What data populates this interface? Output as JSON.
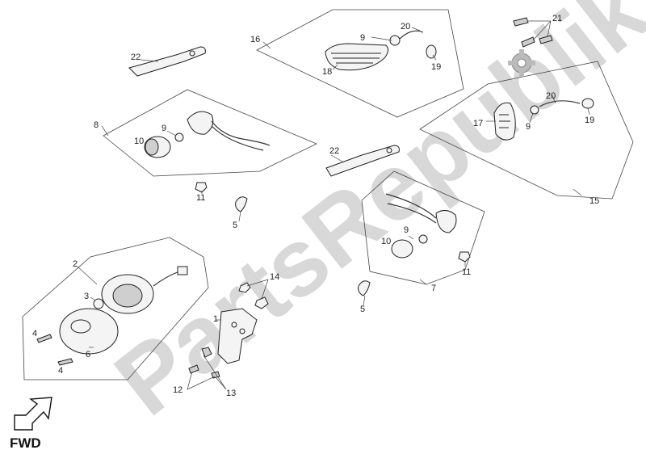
{
  "watermark": {
    "text": "PartsRepublik"
  },
  "direction": {
    "label": "FWD"
  },
  "callouts": {
    "c1": "1",
    "c2": "2",
    "c3": "3",
    "c4a": "4",
    "c4b": "4",
    "c5a": "5",
    "c5b": "5",
    "c6": "6",
    "c7": "7",
    "c8": "8",
    "c9a": "9",
    "c9b": "9",
    "c9c": "9",
    "c9d": "9",
    "c10a": "10",
    "c10b": "10",
    "c11a": "11",
    "c11b": "11",
    "c12": "12",
    "c13": "13",
    "c14": "14",
    "c15": "15",
    "c16": "16",
    "c17": "17",
    "c18": "18",
    "c19a": "19",
    "c19b": "19",
    "c20a": "20",
    "c20b": "20",
    "c21": "21",
    "c22a": "22",
    "c22b": "22"
  },
  "colors": {
    "watermark": "#d8d8d8",
    "line": "#222222",
    "panel_border": "#444444"
  }
}
